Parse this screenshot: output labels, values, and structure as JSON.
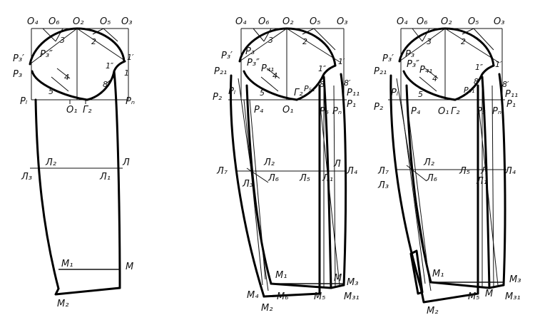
{
  "drawings": [
    {
      "name": "basic-sleeve-draft",
      "labels": {
        "O4": "O₄",
        "O6": "O₆",
        "O2": "O₂",
        "O5": "O₅",
        "O3": "O₃",
        "n3": "3",
        "n2": "2",
        "P3p": "P₃′",
        "P3pp": "P₃″",
        "P3": "P₃",
        "n1pp": "1″",
        "n1p": "1′",
        "n1": "1",
        "n4": "4",
        "n5": "5",
        "n8": "8",
        "Pl": "Pₗ",
        "O1": "O₁",
        "G2": "Г₂",
        "Pp": "Pₙ",
        "L2": "Л₂",
        "L": "Л",
        "L3": "Л₃",
        "L1": "Л₁",
        "M1": "M₁",
        "M": "M",
        "M2": "M₂"
      }
    },
    {
      "name": "two-piece-sleeve-draft",
      "labels": {
        "O4": "O₄",
        "O6": "O₆",
        "O2": "O₂",
        "O5": "O₅",
        "O3": "O₃",
        "n3": "3",
        "n2": "2",
        "P3p": "P₃′",
        "P3": "P₃",
        "P3pp": "P₃″",
        "P21": "P₂₁",
        "P41": "P₄₁",
        "n1pp": "1″",
        "n1p": "1′",
        "n4": "4",
        "n5": "5",
        "n8": "8",
        "n8p": "8′",
        "P2": "P₂",
        "Pl": "Pₗ",
        "P4": "P₄",
        "O1": "O₁",
        "G2": "Г₂",
        "P51": "P₅₁",
        "P11": "P₁₁",
        "P5": "P₅",
        "Pp": "Pₙ",
        "P1": "P₁",
        "L7": "Л₇",
        "L2": "Л₂",
        "L3": "Л₃",
        "L6": "Л₆",
        "L5": "Л₅",
        "L": "Л",
        "L4": "Л₄",
        "L1": "Л₁",
        "M1": "M₁",
        "M": "M",
        "M3": "M₃",
        "M4": "M₄",
        "M2": "M₂",
        "M6": "M₆",
        "M5": "M₅",
        "M31": "M₃₁"
      }
    },
    {
      "name": "sleeve-draft-with-slit",
      "labels": {
        "O4": "O₄",
        "O6": "O₆",
        "O2": "O₂",
        "O5": "O₅",
        "O3": "O₃",
        "n3": "3",
        "n2": "2",
        "P3p": "P₃′",
        "P3": "P₃",
        "P3pp": "P₃″",
        "P21": "P₂₁",
        "P41": "P₄₁",
        "n1pp": "1″",
        "n1p": "1′",
        "n4": "4",
        "n5": "5",
        "n8": "8",
        "n8p": "8′",
        "P2": "P₂",
        "Pl": "Pₗ",
        "P4": "P₄",
        "O1": "O₁",
        "G2": "Г₂",
        "P51": "P₅₁",
        "P11": "P₁₁",
        "P5": "P₅",
        "Pp": "Pₙ",
        "P1": "P₁",
        "L7": "Л₇",
        "L2": "Л₂",
        "L3": "Л₃",
        "L6": "Л₆",
        "L5": "Л₅",
        "L": "Л",
        "L4": "Л₄",
        "L1": "Л₁",
        "M1": "M₁",
        "M": "M",
        "M3": "M₃",
        "M2": "M₂",
        "M5": "M₅",
        "M31": "M₃₁"
      }
    }
  ]
}
